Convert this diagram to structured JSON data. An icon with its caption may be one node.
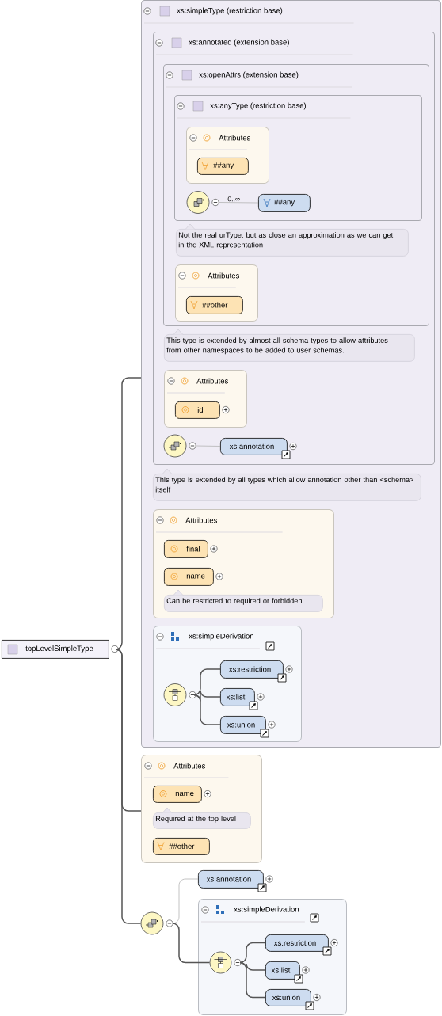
{
  "diagram": {
    "nodes": [
      {
        "text": [
          "topLevelSimpleType"
        ]
      },
      {
        "text": [
          "xs:simpleType (restriction base)"
        ]
      },
      {
        "text": [
          "xs:annotated (extension base)"
        ],
        "in": 1
      },
      {
        "text": [
          "xs:openAttrs (extension base)"
        ],
        "in": 2
      },
      {
        "text": [
          "xs:anyType (restriction base)"
        ],
        "in": 3
      },
      {
        "text": [
          "Attributes"
        ],
        "in": 4
      },
      {
        "text": [
          "##any"
        ],
        "in": 5
      },
      {
        "text": [],
        "shape": "circle",
        "in": 4
      },
      {
        "text": [
          "##any"
        ],
        "in": 4
      },
      {
        "text": [
          "Not the real urType, but as close an approximation as we can get in the XML representation"
        ],
        "in": 3
      },
      {
        "text": [
          "Attributes"
        ],
        "in": 3
      },
      {
        "text": [
          "##other"
        ],
        "in": 10
      },
      {
        "text": [
          "This type is extended by almost all schema types to allow attributes from other namespaces to be added to user schemas."
        ],
        "in": 2
      },
      {
        "text": [
          "Attributes"
        ],
        "in": 2
      },
      {
        "text": [
          "id"
        ],
        "in": 13
      },
      {
        "text": [],
        "shape": "circle",
        "in": 2
      },
      {
        "text": [
          "xs:annotation"
        ],
        "in": 2
      },
      {
        "text": [
          "This type is extended by all types which allow annotation other than <schema> itself"
        ],
        "in": 1
      },
      {
        "text": [
          "Attributes"
        ],
        "in": 1
      },
      {
        "text": [
          "final"
        ],
        "in": 18
      },
      {
        "text": [
          "name"
        ],
        "in": 18
      },
      {
        "text": [
          "Can be restricted to required or forbidden"
        ],
        "in": 18
      },
      {
        "text": [
          "xs:simpleDerivation"
        ],
        "in": 1
      },
      {
        "text": [],
        "shape": "circle",
        "in": 22
      },
      {
        "text": [
          "xs:restriction"
        ],
        "in": 22
      },
      {
        "text": [
          "xs:list"
        ],
        "in": 22
      },
      {
        "text": [
          "xs:union"
        ],
        "in": 22
      },
      {
        "text": [
          "Attributes"
        ]
      },
      {
        "text": [
          "name"
        ],
        "in": 27
      },
      {
        "text": [
          "Required at the top level"
        ],
        "in": 27
      },
      {
        "text": [
          "##other"
        ],
        "in": 27
      },
      {
        "text": [],
        "shape": "circle"
      },
      {
        "text": [
          "xs:annotation"
        ]
      },
      {
        "text": [
          "xs:simpleDerivation"
        ]
      },
      {
        "text": [],
        "shape": "circle",
        "in": 33
      },
      {
        "text": [
          "xs:restriction"
        ],
        "in": 33
      },
      {
        "text": [
          "xs:list"
        ],
        "in": 33
      },
      {
        "text": [
          "xs:union"
        ],
        "in": 33
      }
    ],
    "edges": [
      {
        "from": 0,
        "to": 1,
        "arrow": "none"
      },
      {
        "from": 0,
        "to": 27,
        "arrow": "none"
      },
      {
        "from": 0,
        "to": 31,
        "arrow": "none"
      },
      {
        "from": 7,
        "to": 8,
        "arrow": "none",
        "label": "0..∞",
        "color": "#b4b4b4"
      },
      {
        "from": 15,
        "to": 16,
        "arrow": "none",
        "color": "#b4b4b4"
      },
      {
        "from": 23,
        "to": 24,
        "arrow": "none"
      },
      {
        "from": 23,
        "to": 25,
        "arrow": "none"
      },
      {
        "from": 23,
        "to": 26,
        "arrow": "none"
      },
      {
        "from": 31,
        "to": 32,
        "arrow": "none",
        "color": "#b4b4b4"
      },
      {
        "from": 31,
        "to": 34,
        "arrow": "none"
      },
      {
        "from": 34,
        "to": 35,
        "arrow": "none"
      },
      {
        "from": 34,
        "to": 36,
        "arrow": "none"
      },
      {
        "from": 34,
        "to": 37,
        "arrow": "none"
      }
    ]
  }
}
